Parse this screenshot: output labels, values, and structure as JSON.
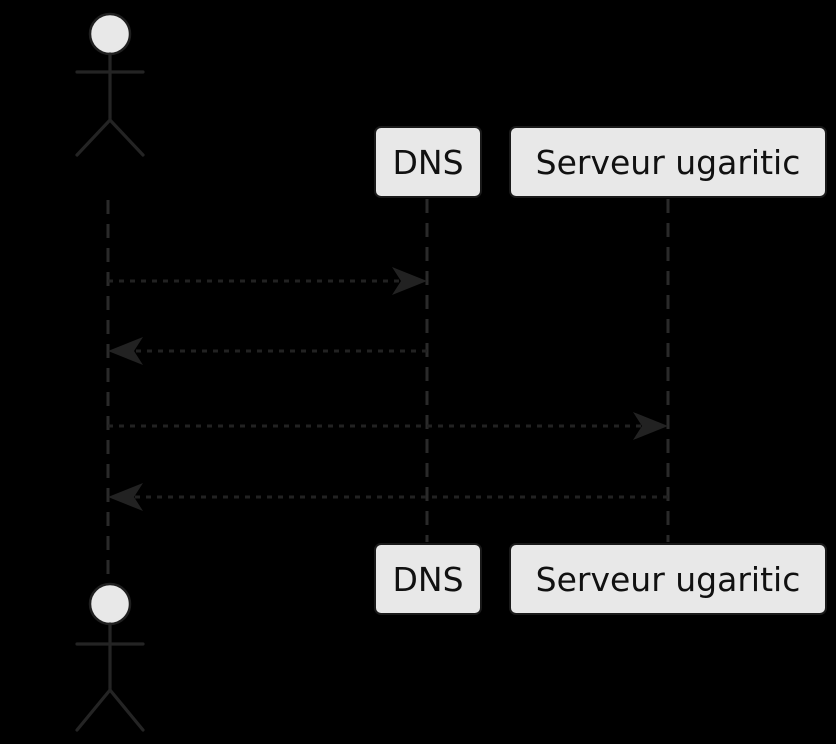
{
  "diagram": {
    "type": "uml-sequence-diagram",
    "background_color": "#000000",
    "stroke_color": "#232323",
    "lifeline_style": "dashed",
    "participant_box": {
      "fill": "#e8e8e8",
      "border_color": "#1a1a1a",
      "text_color": "#111111"
    },
    "participants": [
      {
        "id": "actor",
        "kind": "actor",
        "label": ""
      },
      {
        "id": "dns",
        "kind": "participant",
        "label": "DNS"
      },
      {
        "id": "serveur",
        "kind": "participant",
        "label": "Serveur ugaritic"
      }
    ],
    "participants_repeated_at_bottom": true,
    "messages": [
      {
        "from": "actor",
        "to": "dns",
        "direction": "right",
        "line_style": "dashed"
      },
      {
        "from": "dns",
        "to": "actor",
        "direction": "left",
        "line_style": "dashed"
      },
      {
        "from": "actor",
        "to": "serveur",
        "direction": "right",
        "line_style": "dashed"
      },
      {
        "from": "serveur",
        "to": "actor",
        "direction": "left",
        "line_style": "dashed"
      }
    ]
  }
}
